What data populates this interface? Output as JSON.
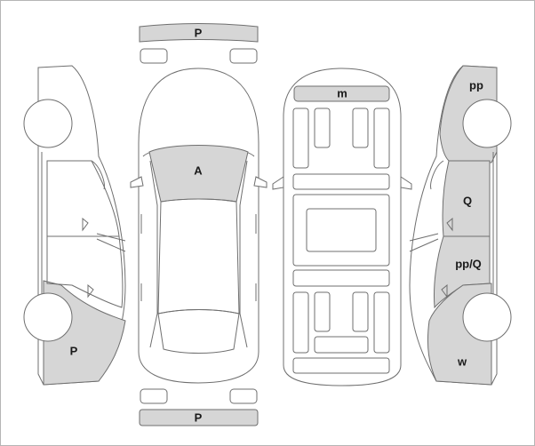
{
  "marks": {
    "front_bumper": "P",
    "rear_bumper": "P",
    "hood": "A",
    "roof": "m",
    "left_rear_fender": "P",
    "right_front_fender": "pp",
    "right_front_door": "Q",
    "right_rear_door": "pp/Q",
    "right_rear_fender": "w"
  },
  "colors": {
    "damaged_fill": "#d6d6d6",
    "outline": "#6f6f6f",
    "frame": "#b5b5b5"
  }
}
